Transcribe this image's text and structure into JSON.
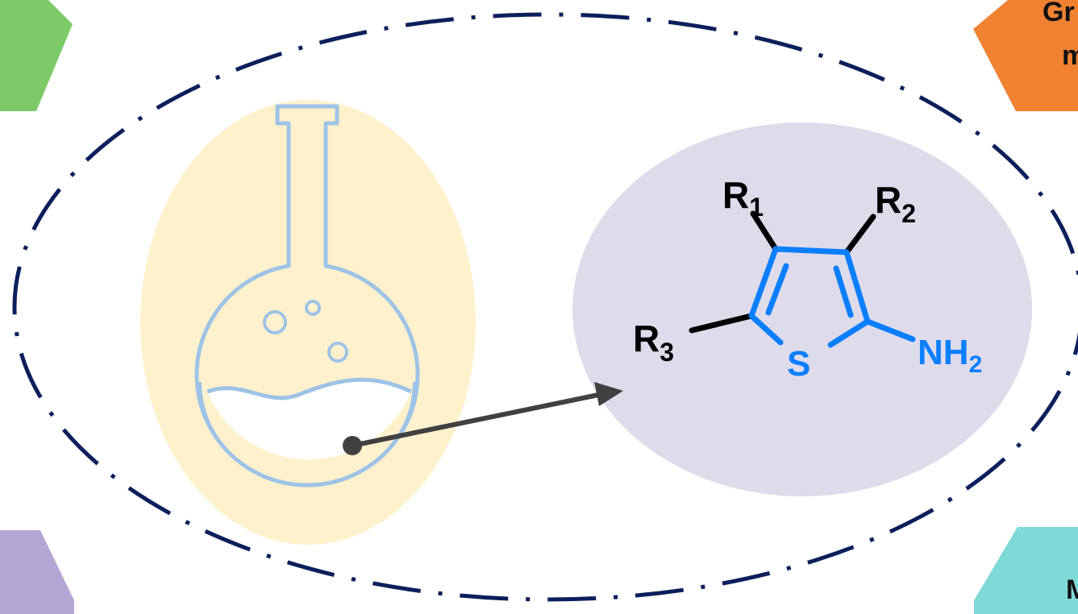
{
  "colors": {
    "outer_dash": "#0c1f5c",
    "flask_halo": "#fff1cc",
    "flask_line": "#9ec3e6",
    "product_ellipse": "#dedbeb",
    "thiophene_ring": "#0a7fff",
    "bond_black": "#000000",
    "arrow": "#404040",
    "hex_green": "#7dcb68",
    "hex_orange": "#f08232",
    "hex_purple": "#b4a7d6",
    "hex_teal": "#7fd9d6"
  },
  "molecule": {
    "r1": {
      "letter": "R",
      "sub": "1"
    },
    "r2": {
      "letter": "R",
      "sub": "2"
    },
    "r3": {
      "letter": "R",
      "sub": "3"
    },
    "sulfur": "S",
    "amine": {
      "main": "NH",
      "sub": "2"
    }
  },
  "corner_fragments": {
    "top_right": [
      "Gr",
      "m"
    ],
    "bottom_right": [
      "M"
    ]
  }
}
